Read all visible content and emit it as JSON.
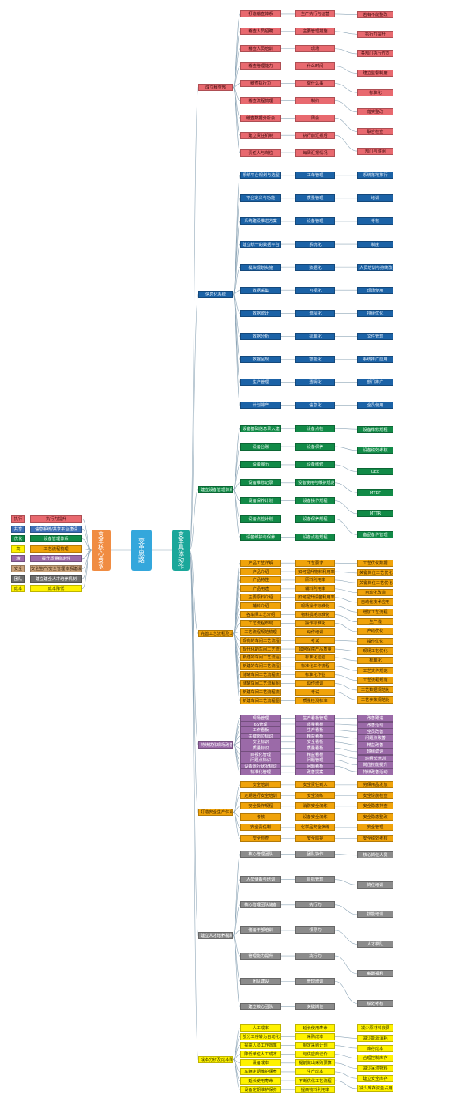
{
  "center": {
    "core": "变革核心要求",
    "path": "变革思路",
    "actions": "变革具体动作"
  },
  "left_list": [
    {
      "k": "执行",
      "v": "执行力提升",
      "kc": "red",
      "vc": "red"
    },
    {
      "k": "共享",
      "v": "信息系统/共享平台建设",
      "kc": "lblue",
      "vc": "lblue"
    },
    {
      "k": "优化",
      "v": "设备管理体系",
      "kc": "green",
      "vc": "green"
    },
    {
      "k": "高",
      "v": "工艺流程梳理",
      "kc": "yellow",
      "vc": "orange"
    },
    {
      "k": "精",
      "v": "提升质量稳定性",
      "kc": "purple",
      "vc": "purple"
    },
    {
      "k": "安全",
      "v": "安全生产/安全管理体系建设",
      "kc": "tan",
      "vc": "tan"
    },
    {
      "k": "团队",
      "v": "建立建全人才培养机制",
      "kc": "darkgray",
      "vc": "darkgray"
    },
    {
      "k": "成本",
      "v": "成本降低",
      "kc": "yellow",
      "vc": "yellow"
    }
  ],
  "branches": {
    "b1": {
      "label": "成立稽查部",
      "l2": "打造稽查体系",
      "nodes": [
        "稽查人员招聘",
        "稽查人员培训",
        "稽查管理能力",
        "稽查执行力",
        "稽查流程梳理",
        "稽查数据分析会",
        "建立责任机制",
        "责任人与岗位",
        "生产执行与运营",
        "主要管理措施",
        "现场",
        "什么时间",
        "做什么事",
        "制约",
        "周会",
        "执行前汇报后",
        "每周汇报情况",
        "若有不能整改",
        "执行力提升",
        "各部门执行方向",
        "建立监督制度",
        "标准化",
        "落实整改",
        "联合检查",
        "部门与班组"
      ]
    },
    "b2": {
      "label": "信息化系统",
      "nodes": [
        "系统平台规划与选型",
        "平台定义与功能",
        "系统建设推进方案",
        "建立统一的数据平台",
        "模块规划实施",
        "数据采集",
        "数据统计",
        "数据分析",
        "数据呈现",
        "生产管理",
        "计划排产",
        "工单管理",
        "质量管理",
        "设备管理",
        "系统化",
        "数据化",
        "可视化",
        "流程化",
        "标准化",
        "智能化",
        "透明化",
        "信息化",
        "系统落地推行",
        "培训",
        "考核",
        "制度",
        "人员培训与持续改善",
        "现场使用",
        "持续优化",
        "文件管理",
        "系统推广应用",
        "部门推广",
        "全员使用"
      ]
    },
    "b3": {
      "label": "建立设备管理体系",
      "nodes": [
        "设备基础信息录入建档",
        "设备台账",
        "设备履历",
        "设备维修记录",
        "设备保养计划",
        "设备点检计划",
        "设备维护与保养",
        "设备点检",
        "设备保养",
        "设备维修",
        "设备使用与维护规范",
        "设备操作规程",
        "设备保养规程",
        "设备点检规程",
        "设备维修规程",
        "设备绩效考核",
        "OEE",
        "MTBF",
        "MTTR",
        "备品备件管理"
      ]
    },
    "b4": {
      "label": "完善工艺流程及工艺",
      "items": [
        "产品工艺详解",
        "产品介绍",
        "产品特性",
        "产品用途",
        "主要原料介绍",
        "辅料介绍",
        "各车间工艺介绍",
        "工艺流程布局",
        "工艺流程规范梳理",
        "现有的车间工艺流程梳理",
        "现代化的车间工艺流程图制定",
        "新建的车间工艺流程梳理",
        "新建的车间工艺流程图制定",
        "储罐车间工艺流程梳理",
        "储罐车间工艺流程图制定",
        "新建车间工艺流程梳理",
        "新建车间工艺流程图制定",
        "工艺要求",
        "如何提升物料利用率",
        "原料利用率",
        "辅料利用率",
        "如何提升设备利用率",
        "现场操作标准化",
        "物料损耗标准化",
        "操作标准化",
        "动作培训",
        "考试",
        "如何保障产品质量",
        "标准化检验",
        "标准化工作流程",
        "标准化作业",
        "动作培训",
        "考试",
        "质量检测标准",
        "工艺优化数据",
        "关键岗位工艺优化建设",
        "关键岗位工艺优化参数标准化",
        "自动化改造",
        "自动化技术应用",
        "增加工艺流程",
        "生产线",
        "产线优化",
        "操作优化",
        "现场工艺优化",
        "标准化",
        "工艺文件规范",
        "工艺流程规范",
        "工艺数据规范化",
        "工艺参数规范化"
      ]
    },
    "b5": {
      "label": "持续优化现场改善",
      "items": [
        "现场管理",
        "6S管理",
        "工作看板",
        "关键岗位标识",
        "安全标识",
        "质量标识",
        "目视化管理",
        "问题点标识",
        "设备运行状况标识",
        "标准化管理",
        "生产看板管理",
        "质量看板",
        "生产看板",
        "精益看板",
        "安全看板",
        "质量看板",
        "精益看板",
        "问题管理",
        "问题看板",
        "改善提案",
        "改善跟进",
        "改善活动",
        "全员改善",
        "问题点改善",
        "精益改善",
        "班组建设",
        "班组长培训",
        "岗位技能提升",
        "持续改善活动"
      ]
    },
    "b6": {
      "label": "打造安全生产体系",
      "items": [
        "安全培训",
        "定期进行安全培训",
        "安全操作规程",
        "考核",
        "安全责任制",
        "安全检查",
        "安全责任到人",
        "安全演练",
        "消防安全演练",
        "设备安全演练",
        "化学品安全演练",
        "安全防护",
        "劳保用品发放",
        "安全设施检查",
        "安全隐患排查",
        "安全隐患整改",
        "安全管理",
        "安全绩效考核"
      ]
    },
    "b7": {
      "label": "建立人才培养机制",
      "items": [
        "核心管理团队",
        "人员储备与培训",
        "核心管理团队储备",
        "储备干部培训",
        "管理能力提升",
        "团队建设",
        "建立核心团队",
        "团队协作",
        "目标管理",
        "执行力",
        "领导力",
        "执行力",
        "管理培训",
        "关键岗位",
        "核心岗位人员",
        "岗位培训",
        "技能培训",
        "人才梯队",
        "薪酬福利",
        "绩效考核"
      ]
    },
    "b8": {
      "label": "成本分析及成本降低",
      "items": [
        "人工成本",
        "部分工序转为自动化",
        "提高人员工作效率",
        "降低单位人工成本",
        "设备成本",
        "车辆定期维护保养",
        "延长使用寿命",
        "设备定期维护保养",
        "延长使用寿命",
        "采购成本",
        "制定采购计划",
        "与供应商议价",
        "提前做出采购预算",
        "生产成本",
        "不断优化工艺流程",
        "提高物料利用率",
        "减少原材料浪费",
        "减少能源消耗",
        "库存成本",
        "合理控制库存",
        "减少呆滞物料",
        "建立安全库存",
        "减少库存资金占用"
      ]
    }
  }
}
